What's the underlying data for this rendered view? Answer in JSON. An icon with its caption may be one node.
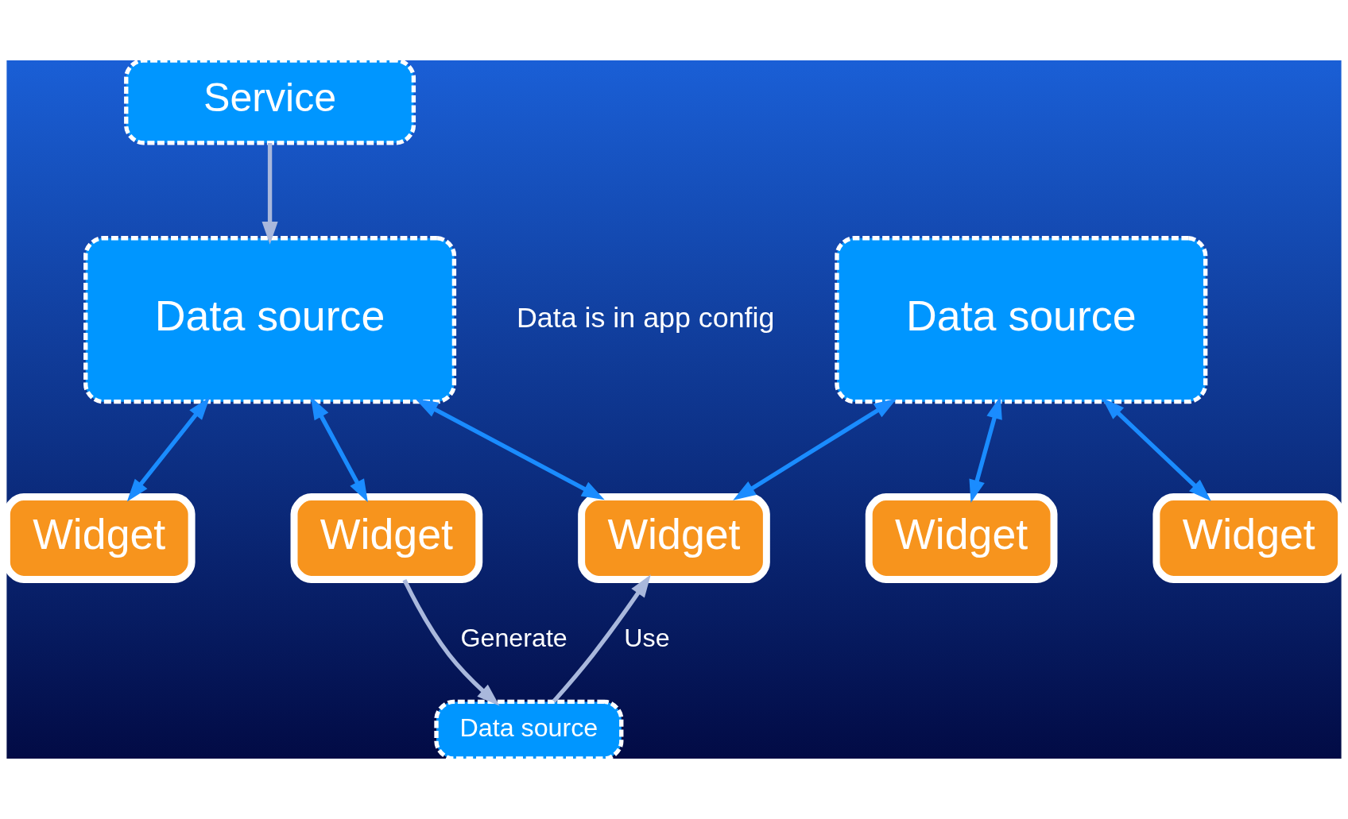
{
  "diagram": {
    "nodes": [
      {
        "text": [
          "Service"
        ]
      },
      {
        "text": [
          "Data source"
        ]
      },
      {
        "text": [
          "Data source"
        ],
        "beside": [
          "Data is in app config"
        ]
      },
      {
        "text": [
          "Widget"
        ]
      },
      {
        "text": [
          "Widget"
        ]
      },
      {
        "text": [
          "Widget"
        ]
      },
      {
        "text": [
          "Widget"
        ]
      },
      {
        "text": [
          "Widget"
        ]
      },
      {
        "text": [
          "Data source"
        ]
      }
    ],
    "edges": [
      {
        "from": 0,
        "to": 1,
        "arrow": "to",
        "color": "#a9b8dc"
      },
      {
        "from": 1,
        "to": 3,
        "arrow": "both"
      },
      {
        "from": 1,
        "to": 4,
        "arrow": "both"
      },
      {
        "from": 1,
        "to": 5,
        "arrow": "both"
      },
      {
        "from": 2,
        "to": 5,
        "arrow": "both"
      },
      {
        "from": 2,
        "to": 6,
        "arrow": "both"
      },
      {
        "from": 2,
        "to": 7,
        "arrow": "both"
      },
      {
        "from": 4,
        "to": 8,
        "arrow": "to",
        "label": "Generate",
        "color": "#a9b8dc"
      },
      {
        "from": 8,
        "to": 5,
        "arrow": "to",
        "label": "Use",
        "color": "#a9b8dc"
      }
    ]
  }
}
